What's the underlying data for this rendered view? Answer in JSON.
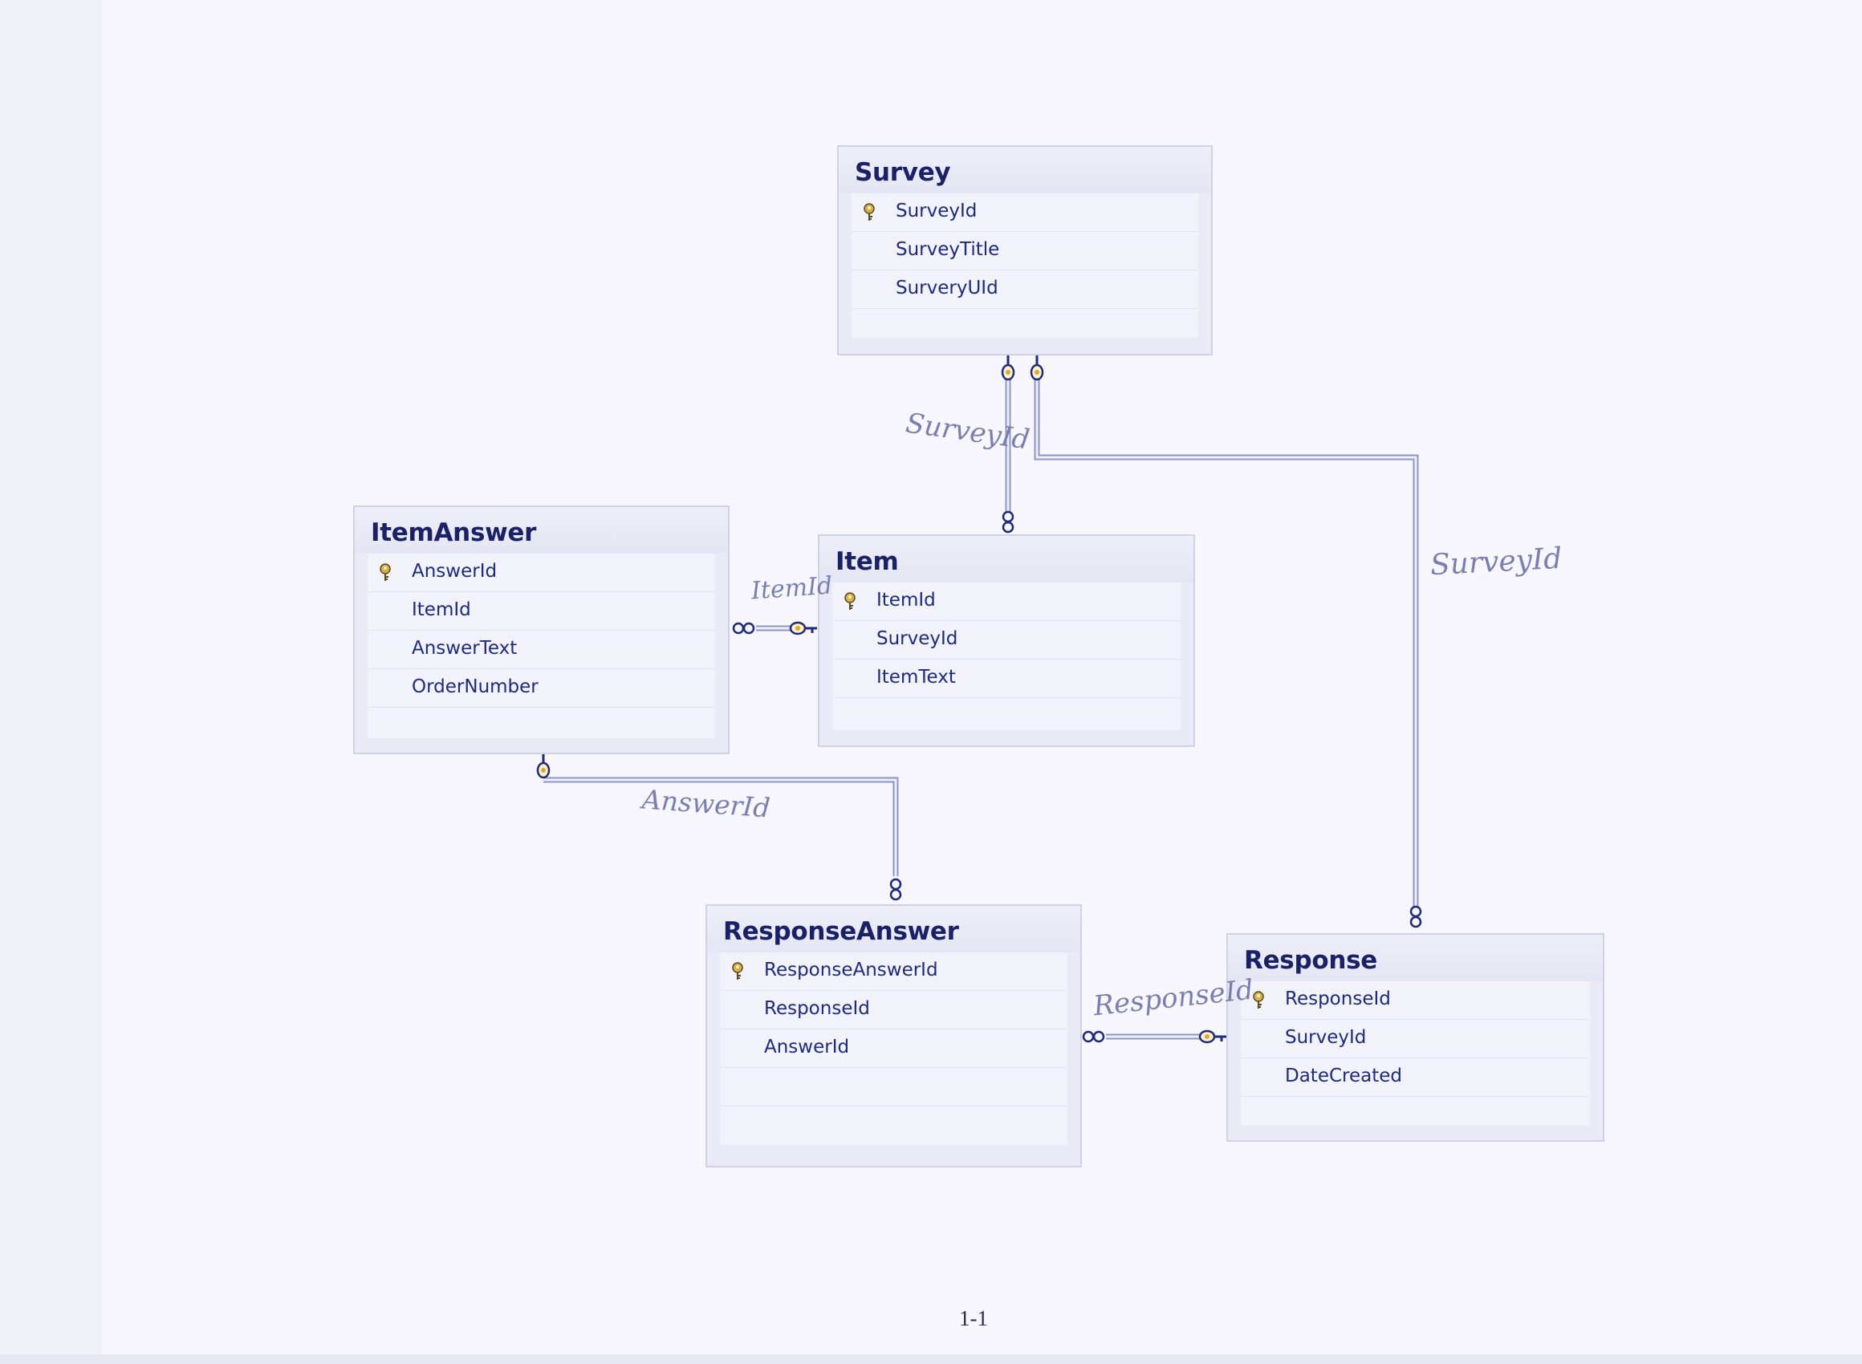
{
  "tables": {
    "survey": {
      "title": "Survey",
      "fields": [
        "SurveyId",
        "SurveyTitle",
        "SurveryUId"
      ]
    },
    "item": {
      "title": "Item",
      "fields": [
        "ItemId",
        "SurveyId",
        "ItemText"
      ]
    },
    "item_answer": {
      "title": "ItemAnswer",
      "fields": [
        "AnswerId",
        "ItemId",
        "AnswerText",
        "OrderNumber"
      ]
    },
    "response_answer": {
      "title": "ResponseAnswer",
      "fields": [
        "ResponseAnswerId",
        "ResponseId",
        "AnswerId"
      ]
    },
    "response": {
      "title": "Response",
      "fields": [
        "ResponseId",
        "SurveyId",
        "DateCreated"
      ]
    }
  },
  "annotations": {
    "survey_item": "SurveyId",
    "survey_response": "SurveyId",
    "item_itemanswer": "ItemId",
    "itemanswer_responseanswer": "AnswerId",
    "responseanswer_response": "ResponseId"
  },
  "page_number": "1-1",
  "colors": {
    "title": "#1b2167",
    "field": "#1f2a7a",
    "connector": "#9aa0c8",
    "key": "#c9a23a",
    "handwriting": "#7a7fb0"
  }
}
